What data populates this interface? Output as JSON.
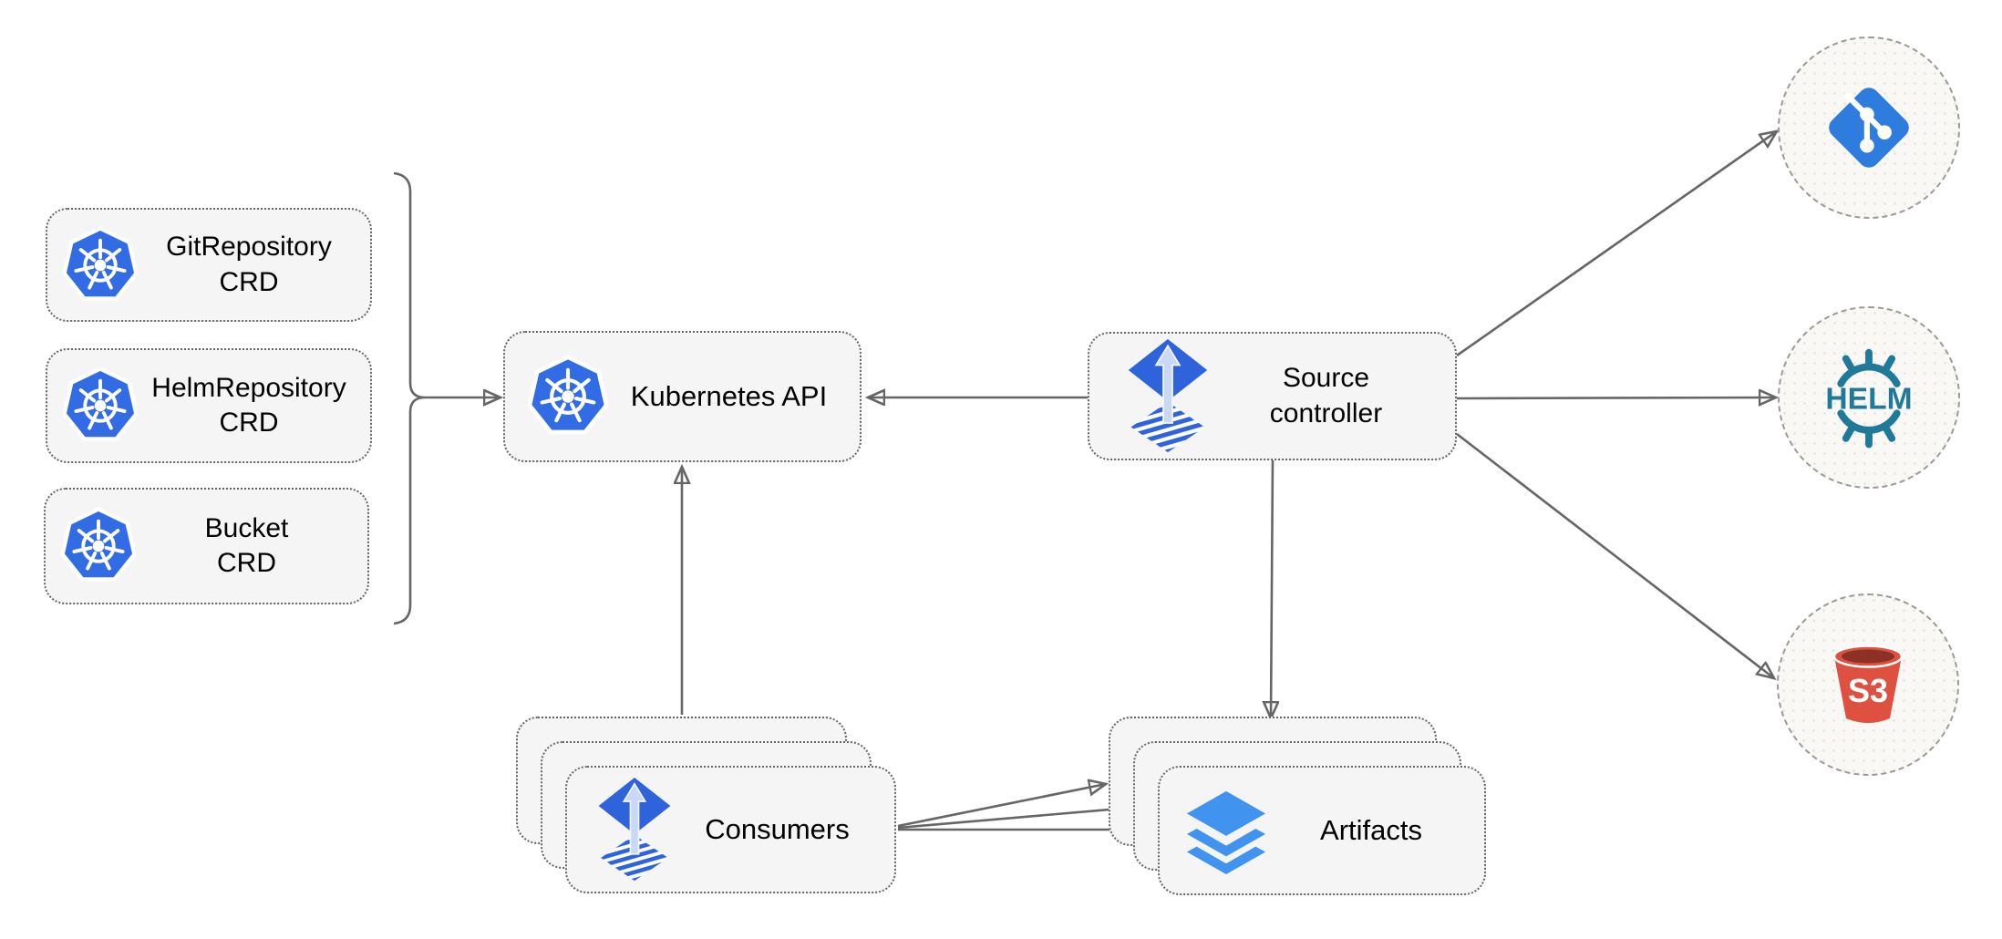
{
  "diagram": {
    "crd_boxes": [
      {
        "line1": "GitRepository",
        "line2": "CRD"
      },
      {
        "line1": "HelmRepository",
        "line2": "CRD"
      },
      {
        "line1": "Bucket",
        "line2": "CRD"
      }
    ],
    "kubernetes_api": {
      "label": "Kubernetes API"
    },
    "source_controller": {
      "line1": "Source",
      "line2": "controller"
    },
    "consumers": {
      "label": "Consumers"
    },
    "artifacts": {
      "label": "Artifacts"
    },
    "externals": {
      "git": {
        "name": "git"
      },
      "helm": {
        "label": "HELM"
      },
      "s3": {
        "label": "S3"
      }
    },
    "colors": {
      "kubernetes_blue": "#326CE5",
      "flux_blue": "#2E63DC",
      "flux_arrow_light": "#C9D8F5",
      "layers_blue": "#4193F0",
      "git_blue": "#2E7CDE",
      "helm_teal": "#1F7A99",
      "s3_red": "#DE5140",
      "s3_dark_red": "#8C3123",
      "edge_gray": "#666666",
      "node_fill": "#F5F5F5",
      "circle_fill": "#F9F8F5"
    }
  }
}
